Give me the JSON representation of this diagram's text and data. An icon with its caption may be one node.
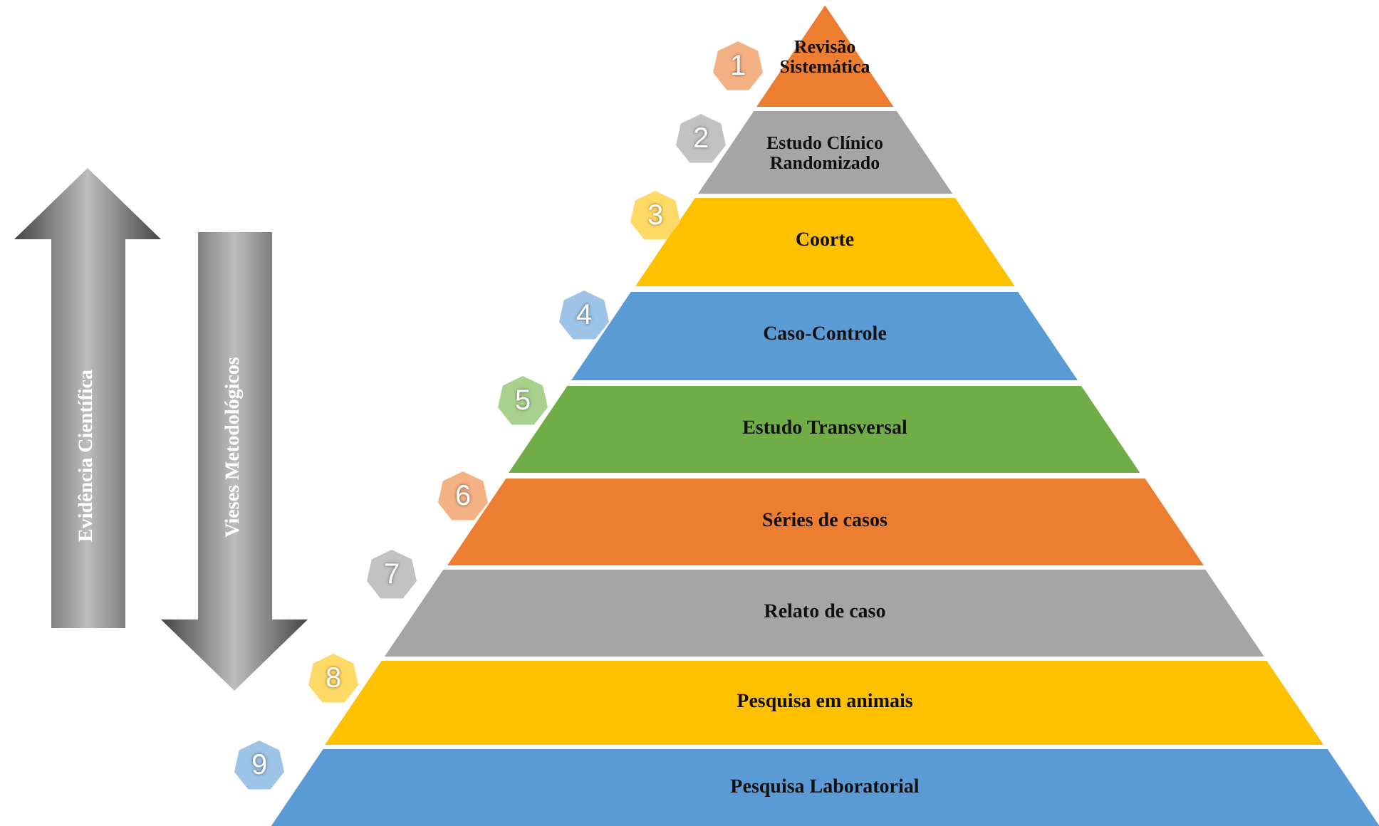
{
  "diagram": {
    "nodes": [
      {
        "text": [
          "Evidência Científica"
        ]
      },
      {
        "text": [
          "Vieses Metodológicos"
        ]
      },
      {
        "text": [
          "Revisão Sistemática"
        ]
      },
      {
        "text": [
          "Estudo Clínico Randomizado"
        ]
      },
      {
        "text": [
          "Coorte"
        ]
      },
      {
        "text": [
          "Caso-Controle"
        ]
      },
      {
        "text": [
          "Estudo Transversal"
        ]
      },
      {
        "text": [
          "Séries de casos"
        ]
      },
      {
        "text": [
          "Relato de caso"
        ]
      },
      {
        "text": [
          "Pesquisa em animais"
        ]
      },
      {
        "text": [
          "Pesquisa Laboratorial"
        ]
      },
      {
        "text": [
          "1"
        ]
      },
      {
        "text": [
          "2"
        ]
      },
      {
        "text": [
          "3"
        ]
      },
      {
        "text": [
          "4"
        ]
      },
      {
        "text": [
          "5"
        ]
      },
      {
        "text": [
          "6"
        ]
      },
      {
        "text": [
          "7"
        ]
      },
      {
        "text": [
          "8"
        ]
      },
      {
        "text": [
          "9"
        ]
      }
    ],
    "edges": []
  }
}
